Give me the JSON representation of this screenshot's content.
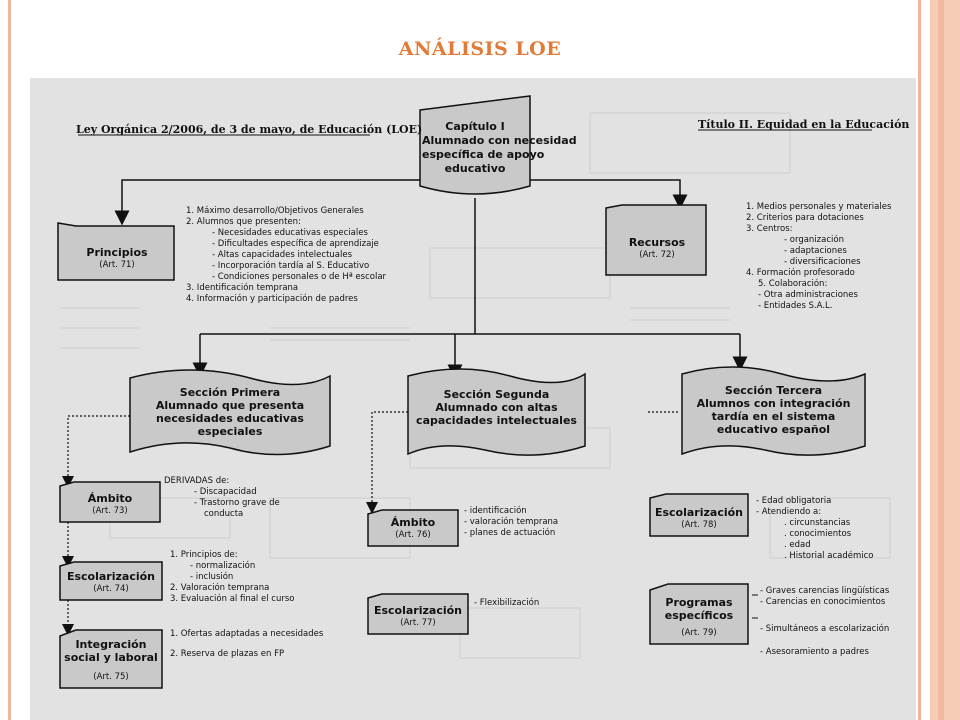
{
  "title": "ANÁLISIS LOE",
  "header_left": "Ley Orgánica 2/2006, de 3 de mayo, de Educación (LOE)",
  "header_right": "Título II. Equidad en la Educación",
  "chapter": {
    "line1": "Capítulo I",
    "line2": "Alumnado con necesidad",
    "line3": "específica de apoyo",
    "line4": "educativo"
  },
  "principios": {
    "title": "Principios",
    "art": "(Art. 71)",
    "items": [
      "1. Máximo desarrollo/Objetivos Generales",
      "2. Alumnos que presenten:",
      "- Necesidades educativas especiales",
      "- Dificultades específica de aprendizaje",
      "- Altas capacidades intelectuales",
      "- Incorporación tardía al S. Educativo",
      "- Condiciones personales o de Hª escolar",
      "3. Identificación temprana",
      "4. Información y participación de padres"
    ]
  },
  "recursos": {
    "title": "Recursos",
    "art": "(Art. 72)",
    "items": [
      "1. Medios personales y materiales",
      "2. Criterios para dotaciones",
      "3. Centros:",
      "- organización",
      "- adaptaciones",
      "- diversificaciones",
      "4. Formación profesorado",
      "5. Colaboración:",
      "- Otra administraciones",
      "- Entidades S.A.L."
    ]
  },
  "section1": {
    "line1": "Sección Primera",
    "line2": "Alumnado que presenta",
    "line3": "necesidades educativas",
    "line4": "especiales"
  },
  "section2": {
    "line1": "Sección Segunda",
    "line2": "Alumnado con altas",
    "line3": "capacidades intelectuales"
  },
  "section3": {
    "line1": "Sección Tercera",
    "line2": "Alumnos con integración",
    "line3": "tardía en el sistema",
    "line4": "educativo español"
  },
  "ambito1": {
    "title": "Ámbito",
    "art": "(Art. 73)",
    "items": [
      "DERIVADAS de:",
      "- Discapacidad",
      "- Trastorno grave de",
      "conducta"
    ]
  },
  "escolarizacion1": {
    "title": "Escolarización",
    "art": "(Art. 74)",
    "items": [
      "1. Principios de:",
      "- normalización",
      "- inclusión",
      "2. Valoración temprana",
      "3. Evaluación al final el curso"
    ]
  },
  "integracion": {
    "line1": "Integración",
    "line2": "social y laboral",
    "art": "(Art. 75)",
    "items": [
      "1. Ofertas adaptadas a necesidades",
      "2. Reserva de plazas en FP"
    ]
  },
  "ambito2": {
    "title": "Ámbito",
    "art": "(Art. 76)",
    "items": [
      "- identificación",
      "- valoración temprana",
      "- planes de actuación"
    ]
  },
  "escolarizacion2": {
    "title": "Escolarización",
    "art": "(Art. 77)",
    "items": [
      "- Flexibilización"
    ]
  },
  "escolarizacion3": {
    "title": "Escolarización",
    "art": "(Art. 78)",
    "items": [
      "- Edad obligatoria",
      "- Atendiendo a:",
      ". circunstancias",
      ". conocimientos",
      ". edad",
      ". Historial académico"
    ]
  },
  "programas": {
    "line1": "Programas",
    "line2": "específicos",
    "art": "(Art. 79)",
    "items": [
      "- Graves carencias lingüísticas",
      "- Carencias en conocimientos",
      "- Simultáneos a escolarización",
      "- Asesoramiento a padres"
    ]
  },
  "colors": {
    "accent": "#e07b39",
    "frame": "#f2b59c",
    "box_fill": "#c9c9c9",
    "scan_bg": "#e2e2e2"
  }
}
